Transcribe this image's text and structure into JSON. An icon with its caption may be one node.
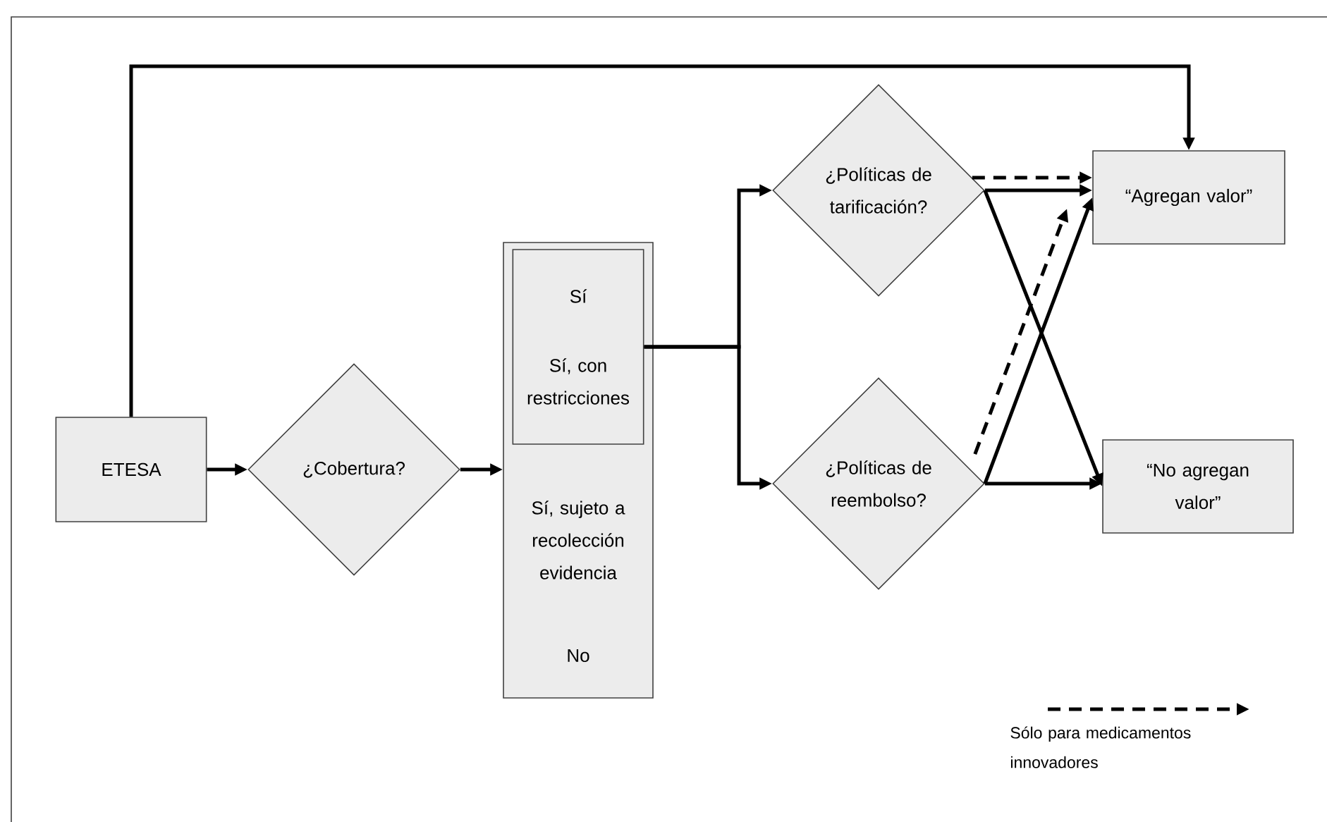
{
  "diagram": {
    "nodes": [
      {
        "text": [
          "ETESA"
        ]
      },
      {
        "text": [
          "¿Cobertura?"
        ]
      },
      {
        "text": [
          "Sí, sujeto a recolección evidencia",
          "No"
        ]
      },
      {
        "text": [
          "Sí",
          "Sí, con restricciones"
        ],
        "in": 2
      },
      {
        "text": [
          "¿Políticas de tarificación?"
        ]
      },
      {
        "text": [
          "¿Políticas de reembolso?"
        ]
      },
      {
        "text": [
          "“Agregan valor”"
        ]
      },
      {
        "text": [
          "“No agregan valor”"
        ]
      }
    ],
    "edges": [
      {
        "from": 0,
        "to": 1,
        "arrow": "to"
      },
      {
        "from": 1,
        "to": 2,
        "arrow": "to"
      },
      {
        "from": 0,
        "to": 6,
        "arrow": "to"
      },
      {
        "from": 3,
        "to": 4,
        "arrow": "to"
      },
      {
        "from": 3,
        "to": 5,
        "arrow": "to"
      },
      {
        "from": 4,
        "to": 6,
        "arrow": "to"
      },
      {
        "from": 4,
        "to": 6,
        "arrow": "to",
        "style": "dashed"
      },
      {
        "from": 4,
        "to": 7,
        "arrow": "to"
      },
      {
        "from": 5,
        "to": 6,
        "arrow": "to"
      },
      {
        "from": 5,
        "to": 6,
        "arrow": "to",
        "style": "dashed"
      },
      {
        "from": 5,
        "to": 7,
        "arrow": "to"
      }
    ],
    "legend": [
      {
        "text": "Sólo para medicamentos innovadores"
      }
    ]
  }
}
